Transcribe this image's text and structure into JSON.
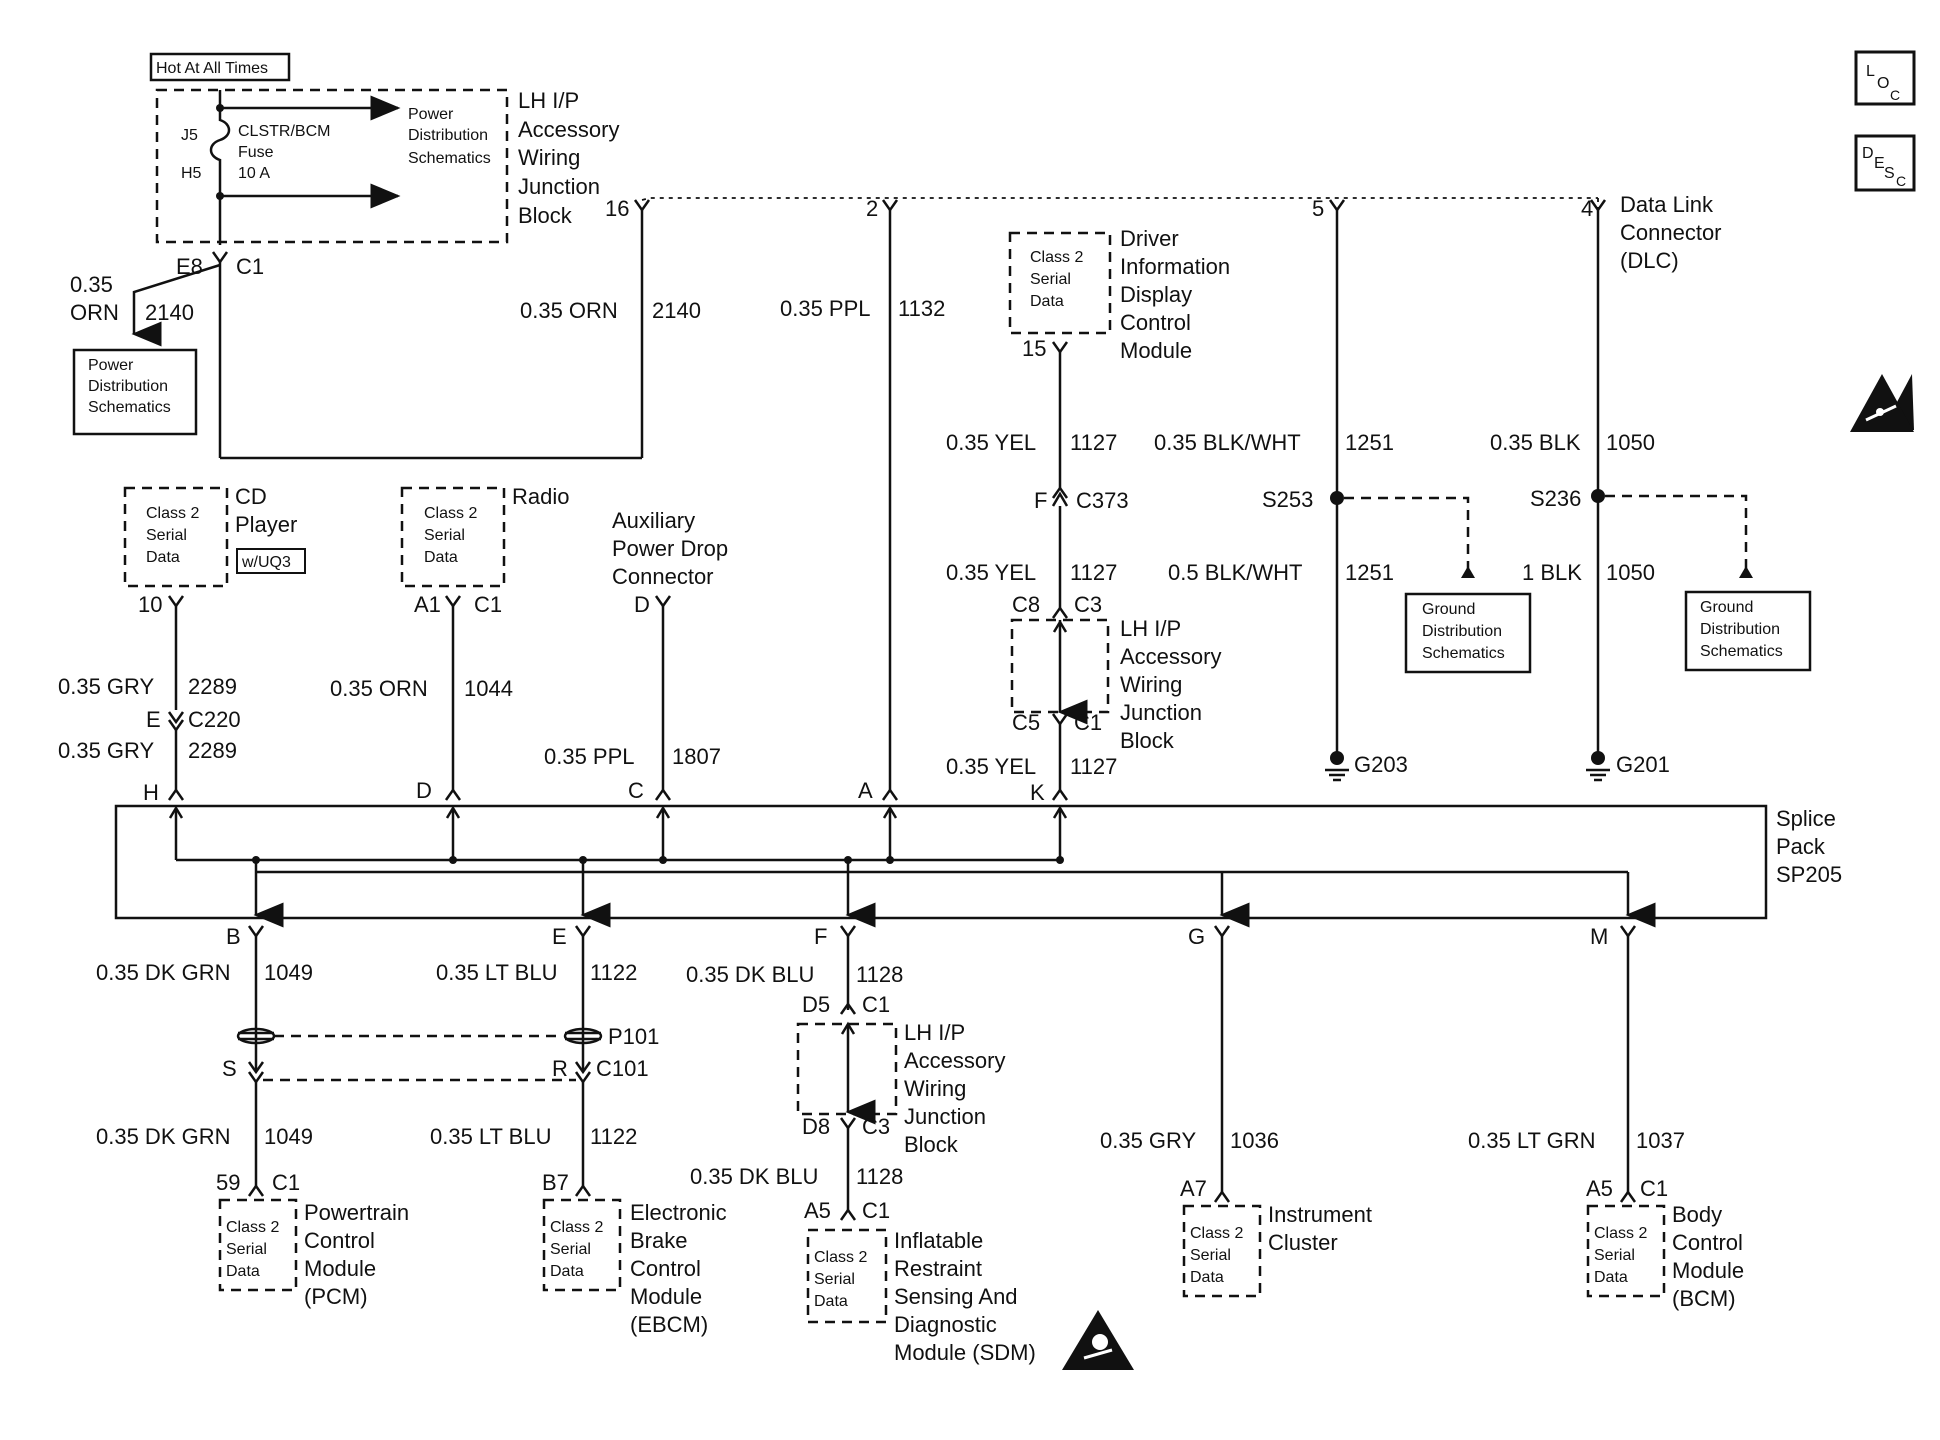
{
  "header": {
    "hot_label": "Hot At All Times",
    "loc_icon": "location-view-icon",
    "desc_icon": "description-view-icon",
    "esd_icon": "esd-warning-icon",
    "sdm_icon": "airbag-warning-icon"
  },
  "fuse_block": {
    "cavity_top": "J5",
    "cavity_bottom": "H5",
    "fuse_line1": "CLSTR/BCM",
    "fuse_line2": "Fuse",
    "fuse_line3": "10 A",
    "ref_line1": "Power",
    "ref_line2": "Distribution",
    "ref_line3": "Schematics",
    "block_title": [
      "LH I/P",
      "Accessory",
      "Wiring",
      "Junction",
      "Block"
    ],
    "pin_e8": "E8",
    "conn_c1": "C1",
    "pin_16": "16"
  },
  "power_ref": {
    "wire_size": "0.35",
    "wire_color": "ORN",
    "circuit": "2140",
    "line1": "Power",
    "line2": "Distribution",
    "line3": "Schematics"
  },
  "top_wires": {
    "w2140": "0.35 ORN",
    "c2140": "2140",
    "w1132": "0.35 PPL",
    "c1132": "1132",
    "pin2": "2",
    "pin5": "5",
    "pin4": "4"
  },
  "dlc": {
    "line1": "Data Link",
    "line2": "Connector",
    "line3": "(DLC)"
  },
  "dic": {
    "class2_1": "Class 2",
    "class2_2": "Serial",
    "class2_3": "Data",
    "title": [
      "Driver",
      "Information",
      "Display",
      "Control",
      "Module"
    ],
    "pin15": "15",
    "w_yel_1": "0.35 YEL",
    "c_1127_1": "1127",
    "pin_f": "F",
    "conn_c373": "C373",
    "w_yel_2": "0.35 YEL",
    "c_1127_2": "1127",
    "pin_c8": "C8",
    "conn_c3": "C3",
    "pin_c5": "C5",
    "conn_c1": "C1",
    "jb_title": [
      "LH I/P",
      "Accessory",
      "Wiring",
      "Junction",
      "Block"
    ],
    "w_yel_3": "0.35 YEL",
    "c_1127_3": "1127",
    "pin_k": "K"
  },
  "grounds": {
    "w_bw_1": "0.35 BLK/WHT",
    "c_1251_1": "1251",
    "w_b_1": "0.35 BLK",
    "c_1050_1": "1050",
    "s253": "S253",
    "s236": "S236",
    "w_bw_2": "0.5 BLK/WHT",
    "c_1251_2": "1251",
    "w_b_2": "1 BLK",
    "c_1050_2": "1050",
    "gnd_ref": [
      "Ground",
      "Distribution",
      "Schematics"
    ],
    "g203": "G203",
    "g201": "G201"
  },
  "cd_player": {
    "data": [
      "Class 2",
      "Serial",
      "Data"
    ],
    "title": [
      "CD",
      "Player"
    ],
    "option": "w/UQ3",
    "pin10": "10",
    "w_gry_1": "0.35 GRY",
    "c_2289_1": "2289",
    "pin_e": "E",
    "conn_c220": "C220",
    "w_gry_2": "0.35 GRY",
    "c_2289_2": "2289",
    "pin_h": "H"
  },
  "radio": {
    "data": [
      "Class 2",
      "Serial",
      "Data"
    ],
    "title": "Radio",
    "pin_a1": "A1",
    "conn_c1": "C1",
    "w_orn": "0.35 ORN",
    "c_1044": "1044",
    "pin_d": "D"
  },
  "aux": {
    "title": [
      "Auxiliary",
      "Power Drop",
      "Connector"
    ],
    "pin_d": "D",
    "w_ppl": "0.35 PPL",
    "c_1807": "1807",
    "pin_c": "C",
    "pin_a": "A"
  },
  "splice": {
    "title": [
      "Splice",
      "Pack",
      "SP205"
    ],
    "pin_b": "B",
    "pin_e": "E",
    "pin_f": "F",
    "pin_g": "G",
    "pin_m": "M"
  },
  "pcm": {
    "w1": "0.35 DK GRN",
    "c1": "1049",
    "pin_s": "S",
    "w2": "0.35 DK GRN",
    "c2": "1049",
    "pin59": "59",
    "conn_c1": "C1",
    "data": [
      "Class 2",
      "Serial",
      "Data"
    ],
    "title": [
      "Powertrain",
      "Control",
      "Module",
      "(PCM)"
    ]
  },
  "ebcm": {
    "w1": "0.35 LT BLU",
    "c1": "1122",
    "p101": "P101",
    "pin_r": "R",
    "conn_c101": "C101",
    "w2": "0.35 LT BLU",
    "c2": "1122",
    "pin_b7": "B7",
    "data": [
      "Class 2",
      "Serial",
      "Data"
    ],
    "title": [
      "Electronic",
      "Brake",
      "Control",
      "Module",
      "(EBCM)"
    ]
  },
  "sdm": {
    "w1": "0.35 DK BLU",
    "c1": "1128",
    "pin_d5": "D5",
    "conn_c1": "C1",
    "jb_title": [
      "LH I/P",
      "Accessory",
      "Wiring",
      "Junction",
      "Block"
    ],
    "pin_d8": "D8",
    "conn_c3": "C3",
    "w2": "0.35 DK BLU",
    "c2": "1128",
    "pin_a5": "A5",
    "conn_c1b": "C1",
    "data": [
      "Class 2",
      "Serial",
      "Data"
    ],
    "title": [
      "Inflatable",
      "Restraint",
      "Sensing And",
      "Diagnostic",
      "Module (SDM)"
    ]
  },
  "ipc": {
    "w1": "0.35 GRY",
    "c1": "1036",
    "pin_a7": "A7",
    "data": [
      "Class 2",
      "Serial",
      "Data"
    ],
    "title": [
      "Instrument",
      "Cluster"
    ]
  },
  "bcm": {
    "w1": "0.35 LT GRN",
    "c1": "1037",
    "pin_a5": "A5",
    "conn_c1": "C1",
    "data": [
      "Class 2",
      "Serial",
      "Data"
    ],
    "title": [
      "Body",
      "Control",
      "Module",
      "(BCM)"
    ]
  }
}
